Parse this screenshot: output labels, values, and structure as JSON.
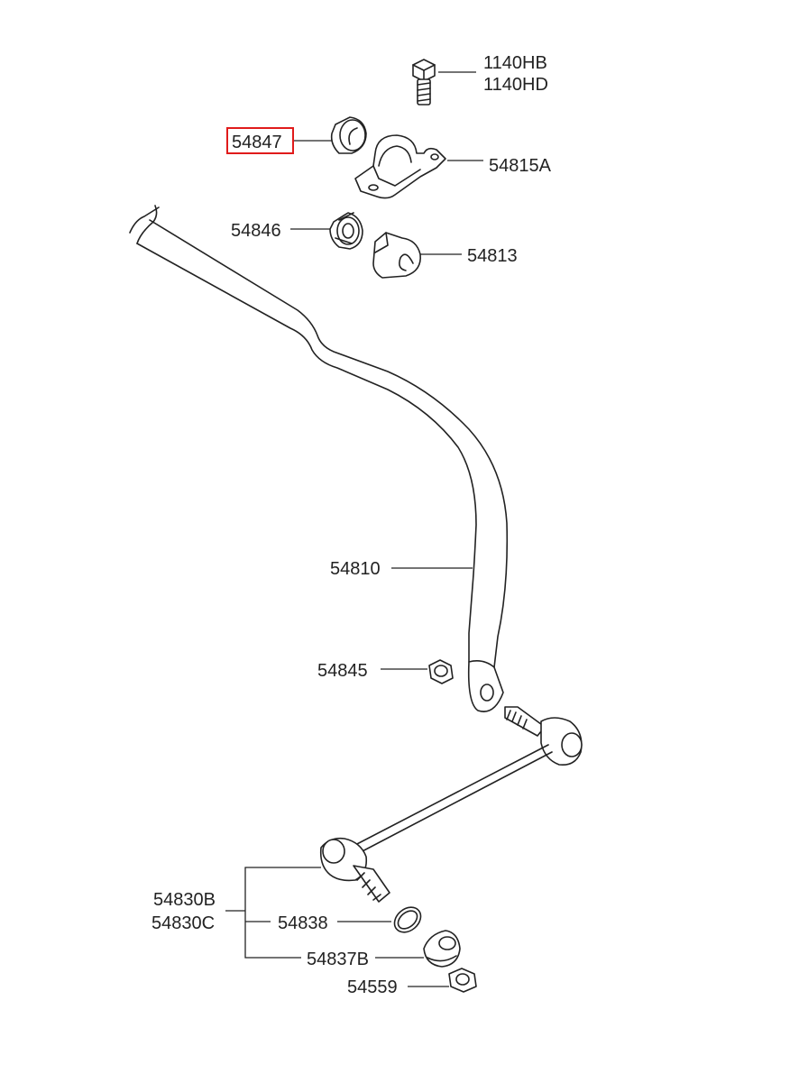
{
  "diagram": {
    "highlight_color": "#e01b1b",
    "labels": {
      "bolt_a": "1140HB",
      "bolt_b": "1140HD",
      "bushing_ring": "54847",
      "bracket": "54815A",
      "clip_bushing": "54846",
      "bushing": "54813",
      "stabilizer_bar": "54810",
      "nut": "54845",
      "link_a": "54830B",
      "link_b": "54830C",
      "ring": "54838",
      "dust_cover": "54837B",
      "link_nut": "54559"
    },
    "highlighted_label": "bushing_ring"
  }
}
